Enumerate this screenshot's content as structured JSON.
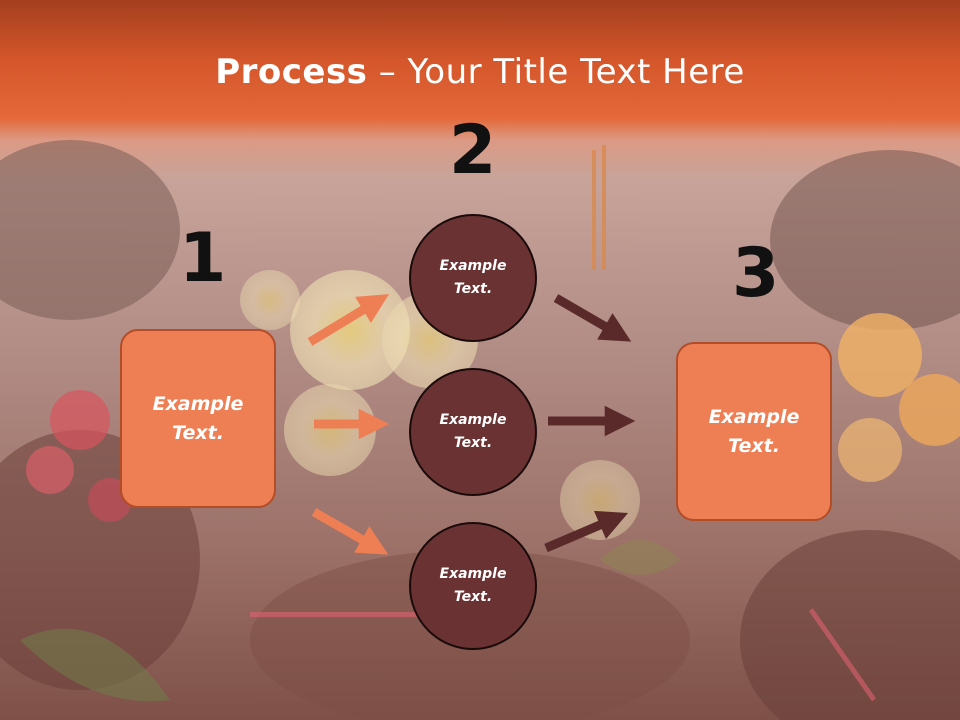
{
  "slide": {
    "title_bold": "Process",
    "title_rest": " – Your Title Text Here",
    "steps": [
      "1",
      "2",
      "3"
    ],
    "left_box": "Example Text.",
    "right_box": "Example Text.",
    "circles": [
      "Example Text.",
      "Example Text.",
      "Example Text."
    ],
    "colors": {
      "box_fill": "#ee7f55",
      "circle_fill": "#6a3232",
      "arrow_orange": "#ee7f55",
      "arrow_dark": "#5a2a2a",
      "header": "#e0622f"
    }
  }
}
